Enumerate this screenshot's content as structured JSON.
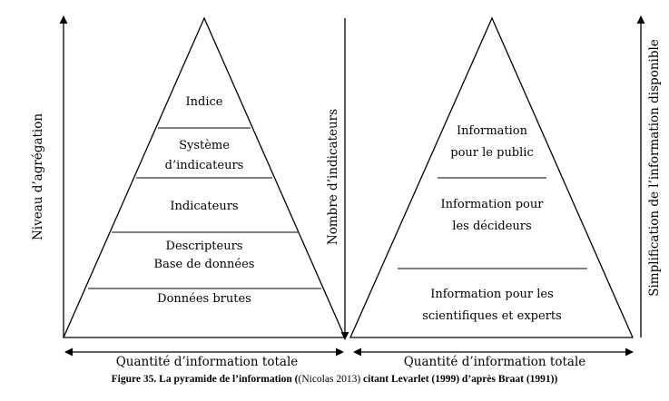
{
  "left_pyramid": {
    "y_axis_label": "Niveau d’agrégation",
    "x_axis_label": "Quantité d’information totale",
    "levels": [
      {
        "lines": [
          "Indice"
        ]
      },
      {
        "lines": [
          "Système",
          "d’indicateurs"
        ]
      },
      {
        "lines": [
          "Indicateurs"
        ]
      },
      {
        "lines": [
          "Descripteurs",
          "Base de données"
        ]
      },
      {
        "lines": [
          "Données brutes"
        ]
      }
    ]
  },
  "middle_axis_label": "Nombre d’indicateurs",
  "right_pyramid": {
    "y_axis_label": "Simplification de l’information disponible",
    "x_axis_label": "Quantité d’information totale",
    "levels": [
      {
        "lines": [
          "Information",
          "pour le public"
        ]
      },
      {
        "lines": [
          "Information pour",
          "les décideurs"
        ]
      },
      {
        "lines": [
          "Information pour les",
          "scientifiques et experts"
        ]
      }
    ]
  },
  "caption": {
    "part1": "Figure 35. La pyramide de l’information (",
    "part2": "(Nicolas 2013)",
    "part3": " citant Levarlet (1999) d’après Braat (1991))"
  }
}
